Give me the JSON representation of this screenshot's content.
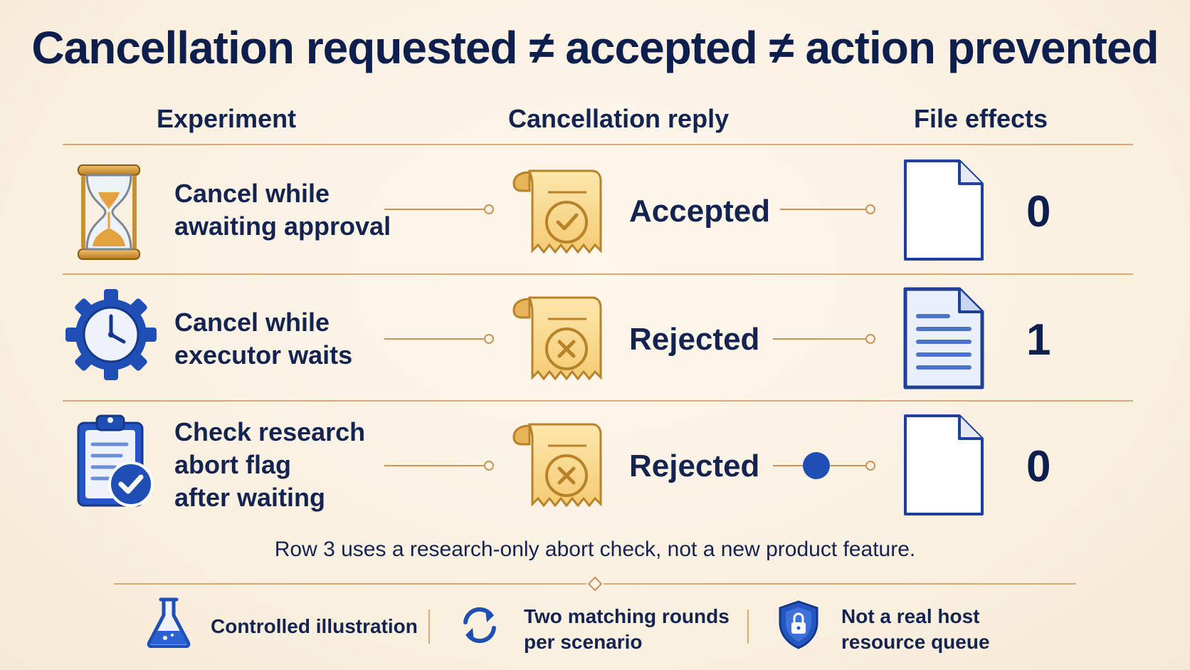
{
  "title": "Cancellation requested ≠ accepted ≠ action prevented",
  "columns": {
    "experiment": "Experiment",
    "reply": "Cancellation reply",
    "effects": "File effects"
  },
  "rows": [
    {
      "label_lines": [
        "Cancel while",
        "awaiting approval"
      ],
      "icon": "hourglass-icon",
      "reply": "Accepted",
      "reply_icon": "receipt-check-icon",
      "file_icon": "blank-file-icon",
      "file_effects": "0"
    },
    {
      "label_lines": [
        "Cancel while",
        "executor waits"
      ],
      "icon": "clock-gear-icon",
      "reply": "Rejected",
      "reply_icon": "receipt-x-icon",
      "file_icon": "written-file-icon",
      "file_effects": "1"
    },
    {
      "label_lines": [
        "Check research",
        "abort flag",
        "after waiting"
      ],
      "icon": "clipboard-check-icon",
      "reply": "Rejected",
      "reply_icon": "receipt-x-icon",
      "file_icon": "blank-file-icon",
      "file_effects": "0"
    }
  ],
  "note": "Row 3 uses a research-only abort check, not a new product feature.",
  "footer": [
    {
      "icon": "flask-icon",
      "lines": [
        "Controlled illustration"
      ]
    },
    {
      "icon": "refresh-icon",
      "lines": [
        "Two matching rounds",
        "per scenario"
      ]
    },
    {
      "icon": "shield-lock-icon",
      "lines": [
        "Not a real host",
        "resource queue"
      ]
    }
  ],
  "colors": {
    "navy": "#14234f",
    "blue": "#1f4fb5",
    "gold": "#c8912e",
    "rule": "#d4ab7a"
  }
}
